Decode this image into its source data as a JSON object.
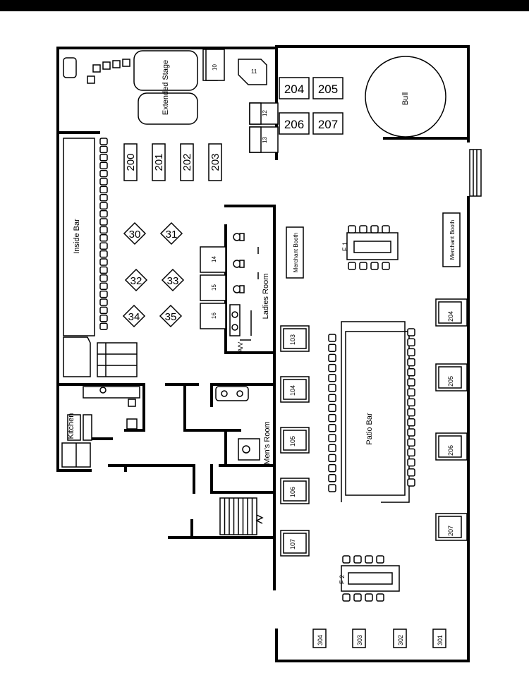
{
  "areas": {
    "extended_stage": "Extended Stage",
    "bull": "Bull",
    "inside_bar": "Inside Bar",
    "patio_bar": "Patio Bar",
    "ladies_room": "Ladies Room",
    "mens_room": "Men's Room",
    "kitchen": "Kitchen",
    "av": "A/V",
    "merchant_booth_1": "Merchant Booth",
    "merchant_booth_2": "Merchant Booth",
    "f1": "F 1",
    "f2": "F 2"
  },
  "stage_units": [
    "10",
    "11",
    "12",
    "13"
  ],
  "stage_tables": [
    "204",
    "205",
    "206",
    "207"
  ],
  "high_tables": [
    "200",
    "201",
    "202",
    "203"
  ],
  "diamond_tables": [
    "30",
    "31",
    "32",
    "33",
    "34",
    "35"
  ],
  "stalls": [
    "14",
    "15",
    "16"
  ],
  "patio_left_tables": [
    "103",
    "104",
    "105",
    "106",
    "107"
  ],
  "patio_right_tables": [
    "204",
    "205",
    "206",
    "207"
  ],
  "bottom_tables": [
    "304",
    "303",
    "302",
    "301"
  ]
}
